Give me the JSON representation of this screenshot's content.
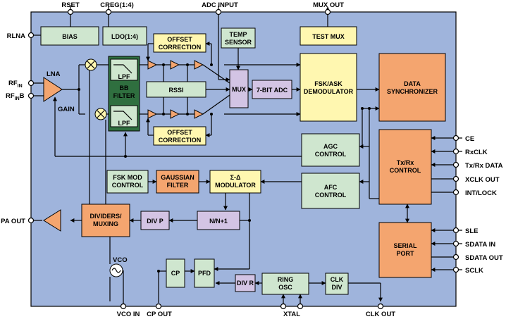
{
  "colors": {
    "chip": "#9fb4dc",
    "green_block": "#cfe6cf",
    "orange_block": "#f4a56f",
    "yellow_block": "#fff7b0",
    "purple_block": "#d3c4e4",
    "filter_dark": "#2f6f3f",
    "wire": "#000000"
  },
  "pins_top": {
    "rset": "RSET",
    "creg": "CREG(1:4)",
    "adc_input": "ADC INPUT",
    "mux_out": "MUX OUT"
  },
  "pins_left": {
    "rlna": "RLNA",
    "rf_in": "RF",
    "rf_in_sub": "IN",
    "rf_inb": "RF",
    "rf_inb_sub": "IN",
    "rf_inb_suffix": "B",
    "pa_out": "PA OUT"
  },
  "pins_right": {
    "ce": "CE",
    "rxclk": "RxCLK",
    "txrx_data": "Tx/Rx DATA",
    "xclk_out": "XCLK OUT",
    "int_lock": "INT/LOCK",
    "sle": "SLE",
    "sdata_in": "SDATA IN",
    "sdata_out": "SDATA OUT",
    "sclk": "SCLK"
  },
  "pins_bottom": {
    "vco_in": "VCO IN",
    "cp_out": "CP OUT",
    "xtal": "XTAL",
    "clk_out": "CLK OUT"
  },
  "blocks": {
    "bias": "BIAS",
    "ldo": "LDO(1:4)",
    "offset_top_1": "OFFSET",
    "offset_top_2": "CORRECTION",
    "temp_1": "TEMP",
    "temp_2": "SENSOR",
    "test_mux": "TEST MUX",
    "lna": "LNA",
    "gain": "GAIN",
    "lpf_top": "LPF",
    "lpf_bottom": "LPF",
    "bb_1": "BB",
    "bb_2": "FILTER",
    "rssi": "RSSI",
    "mux": "MUX",
    "adc": "7-BIT ADC",
    "fsk_1": "FSK/ASK",
    "fsk_2": "DEMODULATOR",
    "sync_1": "DATA",
    "sync_2": "SYNCHRONIZER",
    "offset_bot_1": "OFFSET",
    "offset_bot_2": "CORRECTION",
    "agc_1": "AGC",
    "agc_2": "CONTROL",
    "txrx_1": "Tx/Rx",
    "txrx_2": "CONTROL",
    "fskmod_1": "FSK MOD",
    "fskmod_2": "CONTROL",
    "gauss_1": "GAUSSIAN",
    "gauss_2": "FILTER",
    "sd_1": "Σ-Δ",
    "sd_2": "MODULATOR",
    "afc_1": "AFC",
    "afc_2": "CONTROL",
    "div_mux_1": "DIVIDERS/",
    "div_mux_2": "MUXING",
    "div_p": "DIV P",
    "nn1": "N/N+1",
    "serial_1": "SERIAL",
    "serial_2": "PORT",
    "vco": "VCO",
    "cp": "CP",
    "pfd": "PFD",
    "div_r": "DIV R",
    "ring_1": "RING",
    "ring_2": "OSC",
    "clk_1": "CLK",
    "clk_2": "DIV"
  }
}
